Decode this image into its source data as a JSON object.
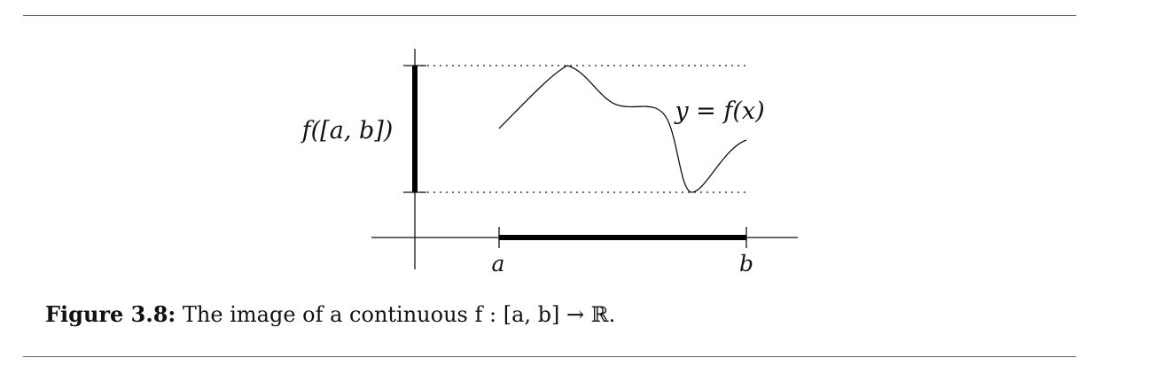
{
  "figure": {
    "function_label": "y = f(x)",
    "image_label": "f([a, b])",
    "tick_a": "a",
    "tick_b": "b"
  },
  "caption": {
    "label": "Figure 3.8:",
    "text": "The image of a continuous f : [a, b] → ℝ."
  }
}
